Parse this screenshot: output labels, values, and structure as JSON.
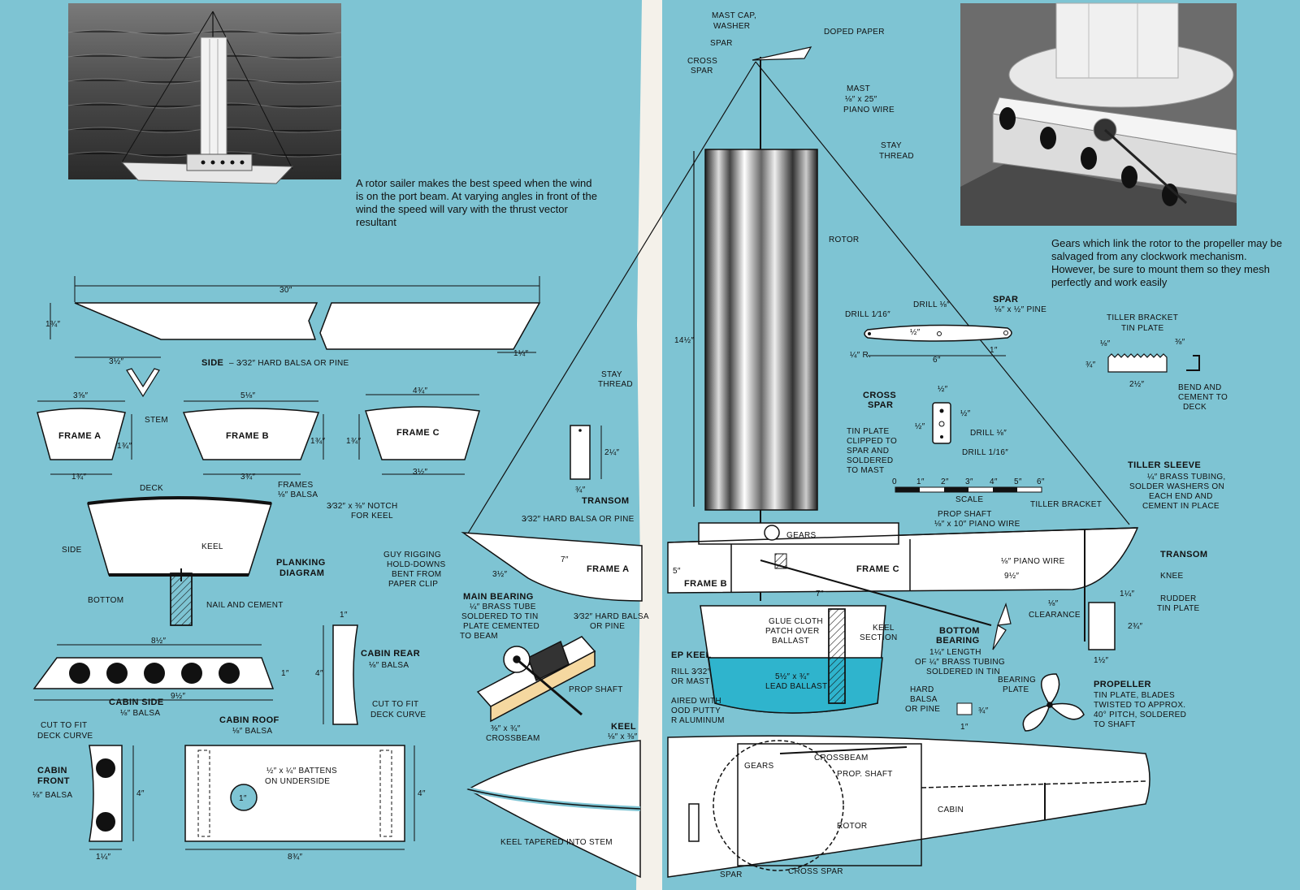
{
  "captions": {
    "rotor_sailer": "A rotor sailer makes the best speed when the wind is on the port beam. At varying angles in front of the wind the speed will vary with the thrust vector resultant",
    "gears": "Gears which link the rotor to the propeller may be salvaged from any clockwork mechanism. However, be sure to mount them so they mesh perfectly and work easily"
  },
  "side": {
    "dim_length": "30″",
    "dim_height": "1¾″",
    "dim_taper": "3½″",
    "dim_end": "1¼″",
    "title": "SIDE",
    "spec": "– 3⁄32″ HARD BALSA OR PINE",
    "stem": "STEM"
  },
  "frames": {
    "a": {
      "title": "FRAME A",
      "top": "3⅝″",
      "bottom": "1¾″",
      "height": "1¾″"
    },
    "b": {
      "title": "FRAME B",
      "top": "5⅛″",
      "bottom": "3¾″",
      "height": "1¾″"
    },
    "c": {
      "title": "FRAME C",
      "top": "4¾″",
      "bottom": "3½″",
      "height": "1¾″"
    },
    "note1": "FRAMES",
    "note2": "⅛″ BALSA",
    "notch1": "3⁄32″ x ⅜″ NOTCH",
    "notch2": "FOR KEEL"
  },
  "planking": {
    "deck": "DECK",
    "side": "SIDE",
    "keel": "KEEL",
    "bottom": "BOTTOM",
    "nail": "NAIL AND CEMENT",
    "title1": "PLANKING",
    "title2": "DIAGRAM"
  },
  "cabin_side": {
    "title": "CABIN SIDE",
    "spec": "⅛″ BALSA",
    "top": "8½″",
    "bottom": "9½″",
    "height": "1″"
  },
  "cabin_rear": {
    "title": "CABIN REAR",
    "spec": "⅛″ BALSA",
    "width": "1″",
    "height": "4″",
    "cut1": "CUT TO FIT",
    "cut2": "DECK CURVE"
  },
  "cabin_front": {
    "title1": "CABIN",
    "title2": "FRONT",
    "spec": "⅛″ BALSA",
    "cut1": "CUT TO FIT",
    "cut2": "DECK CURVE",
    "height": "4″",
    "width": "1¼″"
  },
  "cabin_roof": {
    "title": "CABIN ROOF",
    "spec": "⅛″ BALSA",
    "battens1": "½″ x ¼″ BATTENS",
    "battens2": "ON UNDERSIDE",
    "hole": "1″",
    "height": "4″",
    "width": "8¾″"
  },
  "transom": {
    "title": "TRANSOM",
    "height": "2¼″",
    "width": "¾″",
    "spec": "3⁄32″ HARD BALSA OR PINE"
  },
  "stay_left": {
    "l1": "STAY",
    "l2": "THREAD"
  },
  "guy": {
    "l1": "GUY RIGGING",
    "l2": "HOLD-DOWNS",
    "l3": "BENT FROM",
    "l4": "PAPER CLIP"
  },
  "hull_side": {
    "frame_a": "FRAME A",
    "frame_b": "FRAME B",
    "frame_c": "FRAME C",
    "d7": "7″",
    "d35": "3½″",
    "d5": "5″",
    "d7b": "7″",
    "d95": "9½″"
  },
  "main_bearing": {
    "title": "MAIN BEARING",
    "l1": "¼″ BRASS TUBE",
    "l2": "SOLDERED TO TIN",
    "l3": "PLATE CEMENTED",
    "l4": "TO BEAM",
    "hb1": "3⁄32″ HARD BALSA",
    "hb2": "OR PINE",
    "prop_shaft": "PROP SHAFT",
    "cb1": "⅜″ x ¾″",
    "cb2": "CROSSBEAM"
  },
  "keel_label": {
    "title": "KEEL",
    "spec": "⅛″ x ⅜″",
    "tapered": "KEEL TAPERED INTO STEM"
  },
  "mast_top": {
    "cap1": "MAST CAP,",
    "cap2": "WASHER",
    "spar": "SPAR",
    "cross1": "CROSS",
    "cross2": "SPAR",
    "doped": "DOPED PAPER",
    "mast1": "MAST",
    "mast2": "⅛″ x 25″",
    "mast3": "PIANO WIRE",
    "stay1": "STAY",
    "stay2": "THREAD",
    "rotor": "ROTOR",
    "height": "14½″"
  },
  "spar_detail": {
    "title": "SPAR",
    "spec": "⅛″ x ½″ PINE",
    "drill1": "DRILL 1⁄16″",
    "drill2": "DRILL ⅛″",
    "half": "½″",
    "one": "1″",
    "six": "6″",
    "r": "¼″ R."
  },
  "cross_spar": {
    "title1": "CROSS",
    "title2": "SPAR",
    "h1": "½″",
    "h2": "½″",
    "h3": "½″",
    "drill1": "DRILL ⅛″",
    "drill2": "DRILL 1/16″",
    "tin1": "TIN PLATE",
    "tin2": "CLIPPED TO",
    "tin3": "SPAR AND",
    "tin4": "SOLDERED",
    "tin5": "TO MAST"
  },
  "scale": {
    "title": "SCALE",
    "ticks": [
      "0",
      "1″",
      "2″",
      "3″",
      "4″",
      "5″",
      "6″"
    ]
  },
  "tiller_bracket": {
    "title1": "TILLER BRACKET",
    "title2": "TIN PLATE",
    "d1": "⅛″",
    "d2": "⅜″",
    "d3": "¾″",
    "d4": "2½″",
    "bend1": "BEND AND",
    "bend2": "CEMENT TO",
    "bend3": "DECK"
  },
  "tiller_sleeve": {
    "title": "TILLER SLEEVE",
    "l1": "¼″ BRASS TUBING,",
    "l2": "SOLDER WASHERS ON",
    "l3": "EACH END AND",
    "l4": "CEMENT IN PLACE"
  },
  "prop_shaft_top": {
    "l1": "PROP SHAFT",
    "l2": "⅛″ x 10″ PIANO WIRE",
    "tiller_bracket": "TILLER BRACKET",
    "gears": "GEARS"
  },
  "right_hull": {
    "transom": "TRANSOM",
    "knee": "KNEE",
    "piano": "⅛″ PIANO WIRE",
    "d114": "1¼″",
    "rudder1": "RUDDER",
    "rudder2": "TIN PLATE",
    "d234": "2¾″",
    "d112": "1½″",
    "clear1": "⅛″",
    "clear2": "CLEARANCE"
  },
  "keel_section": {
    "glue1": "GLUE CLOTH",
    "glue2": "PATCH OVER",
    "glue3": "BALLAST",
    "ks1": "KEEL",
    "ks2": "SECTION",
    "ballast1": "5½″ x ¾″",
    "ballast2": "LEAD BALLAST",
    "hb1": "HARD",
    "hb2": "BALSA",
    "hb3": "OR PINE",
    "deep": "EP KEEL",
    "drill1": "RILL 3⁄32″",
    "drill2": "OR MAST",
    "faired1": "AIRED WITH",
    "faired2": "OOD PUTTY",
    "faired3": "R ALUMINUM"
  },
  "bottom_bearing": {
    "title1": "BOTTOM",
    "title2": "BEARING",
    "l1": "1¼″ LENGTH",
    "l2": "OF ¼″ BRASS TUBING",
    "l3": "SOLDERED IN TIN",
    "l4": "BEARING",
    "l5": "PLATE",
    "d34": "¾″",
    "d1": "1″"
  },
  "propeller": {
    "title": "PROPELLER",
    "l1": "TIN PLATE, BLADES",
    "l2": "TWISTED TO APPROX.",
    "l3": "40° PITCH, SOLDERED",
    "l4": "TO SHAFT"
  },
  "plan_view": {
    "gears": "GEARS",
    "crossbeam": "CROSSBEAM",
    "prop_shaft": "PROP. SHAFT",
    "cabin": "CABIN",
    "rotor": "ROTOR",
    "spar": "SPAR",
    "cross_spar": "CROSS SPAR"
  },
  "colors": {
    "blue": "#7ec4d3",
    "ink": "#111111",
    "paper": "#f4f1ea",
    "ballast": "#2fb4cd"
  }
}
